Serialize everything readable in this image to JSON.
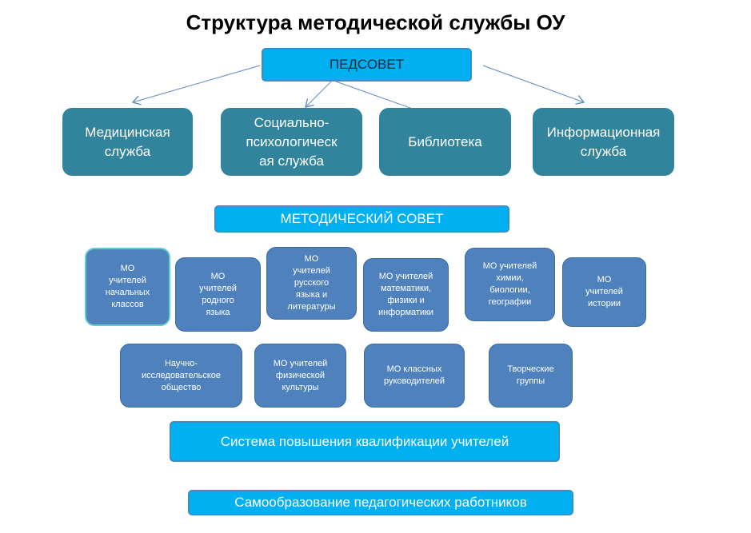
{
  "title": "Структура методической службы ОУ",
  "pedsovet": "ПЕДСОВЕТ",
  "services": [
    "Медицинская\nслужба",
    "Социально-\nпсихологическ\nая служба",
    "Библиотека",
    "Информационная\nслужба"
  ],
  "metod_sovet": "МЕТОДИЧЕСКИЙ СОВЕТ",
  "mo_row1": [
    "МО\nучителей\nначальных\nклассов",
    "МО\nучителей\nродного\nязыка",
    "МО\nучителей\nрусского\nязыка и\nлитературы",
    "МО учителей\nматематики,\nфизики и\nинформатики",
    "МО учителей\nхимии,\nбиологии,\nгеографии",
    "МО\nучителей\nистории"
  ],
  "mo_row2": [
    "Научно-\nисследовательское\nобщество",
    "МО учителей\nфизической\nкультуры",
    "МО классных\nруководителей",
    "Творческие\nгруппы"
  ],
  "qualification": "Система повышения квалификации учителей",
  "self_education": "Самообразование педагогических работников"
}
